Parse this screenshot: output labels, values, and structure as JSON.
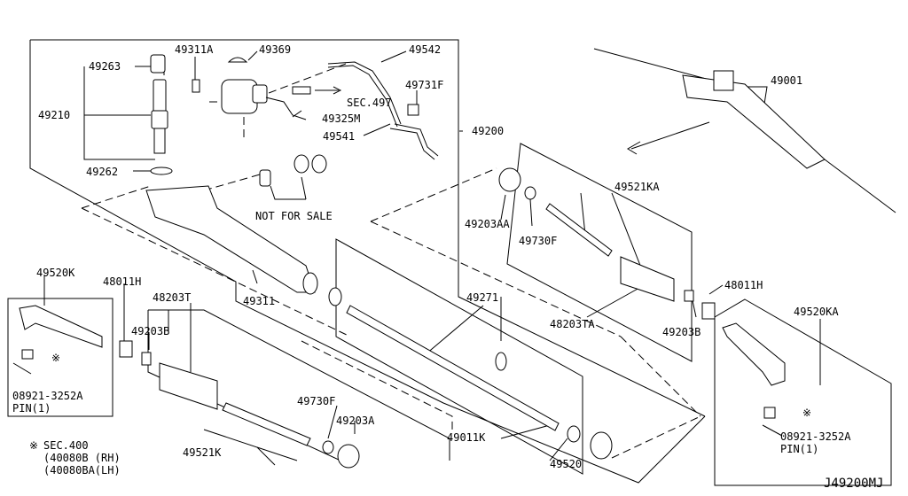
{
  "diagram_code": "J49200MJ",
  "footnote": {
    "symbol": "※",
    "line1": "SEC.400",
    "line2": "(40080B (RH)",
    "line3": "(40080BA(LH)"
  },
  "labels": {
    "p49311A": "49311A",
    "p49369": "49369",
    "p49542": "49542",
    "p49263": "49263",
    "p49731F": "49731F",
    "sec497": "SEC.497",
    "p49325M": "49325M",
    "p49210": "49210",
    "p49541": "49541",
    "p49200": "49200",
    "p49001": "49001",
    "p49262": "49262",
    "not_for_sale": "NOT FOR SALE",
    "p49521KA": "49521KA",
    "p49203AA": "49203AA",
    "p49730F_r": "49730F",
    "p49520K": "49520K",
    "p48011H_l": "48011H",
    "p48203T": "48203T",
    "p49311": "49311",
    "p49271": "49271",
    "p48011H_r": "48011H",
    "p49520KA": "49520KA",
    "p48203TA": "48203TA",
    "p49203B_l": "49203B",
    "p49203B_r": "49203B",
    "p08921_l": "08921-3252A",
    "pin_l": "PIN(1)",
    "p49730F_l": "49730F",
    "p49203A": "49203A",
    "p49011K": "49011K",
    "p49521K": "49521K",
    "p49520": "49520",
    "p08921_r": "08921-3252A",
    "pin_r": "PIN(1)"
  }
}
